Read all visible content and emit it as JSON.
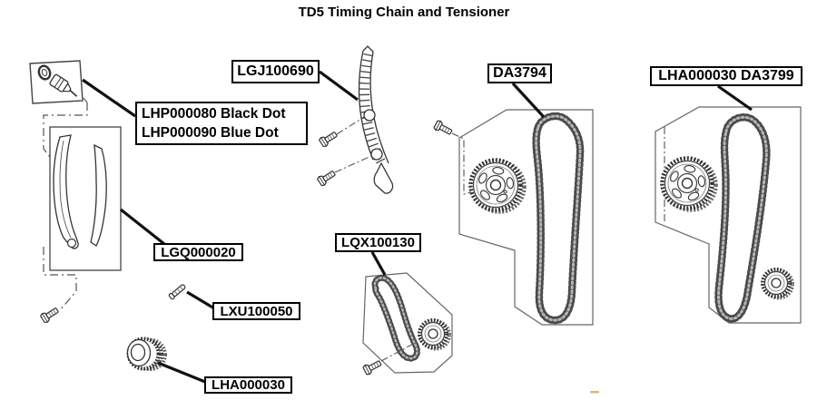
{
  "title": "TD5 Timing Chain and Tensioner",
  "callouts": {
    "chain_guide": {
      "label": "LGJ100690"
    },
    "tensioner": {
      "line1": "LHP000080 Black Dot",
      "line2": "LHP000090 Blue Dot"
    },
    "timing_chain_kit_early": {
      "label": "DA3794"
    },
    "timing_chain_kit_late": {
      "label": "LHA000030 DA3799"
    },
    "guide_rails": {
      "label": "LGQ000020"
    },
    "oil_pump_chain": {
      "label": "LQX100130"
    },
    "stud": {
      "label": "LXU100050"
    },
    "crank_sprocket": {
      "label": "LHA000030"
    }
  },
  "colors": {
    "outline": "#333333",
    "leader": "#111111",
    "background": "#ffffff",
    "accent_mark": "#d79b3c"
  }
}
